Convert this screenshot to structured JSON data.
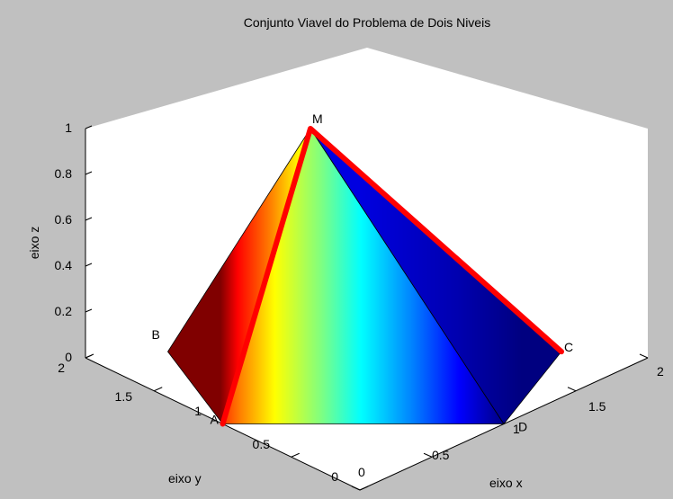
{
  "chart_data": {
    "type": "surface3d",
    "title": "Conjunto Viavel do Problema de Dois Niveis",
    "xlabel": "eixo x",
    "ylabel": "eixo y",
    "zlabel": "eixo z",
    "xlim": [
      0,
      2
    ],
    "ylim": [
      0,
      2
    ],
    "zlim": [
      0,
      1
    ],
    "x_ticks": [
      "0",
      "0.5",
      "1",
      "1.5",
      "2"
    ],
    "y_ticks": [
      "0",
      "0.5",
      "1",
      "1.5",
      "2"
    ],
    "z_ticks": [
      "0",
      "0.2",
      "0.4",
      "0.6",
      "0.8",
      "1"
    ],
    "colormap": "jet",
    "background": "#c0c0c0",
    "axes_color": "#ffffff",
    "highlight_color": "#ff0000",
    "points": [
      {
        "label": "A",
        "x": 0,
        "y": 1,
        "z": 0
      },
      {
        "label": "B",
        "x": 0,
        "y": 1.4,
        "z": 0.2
      },
      {
        "label": "M",
        "x": 0.8,
        "y": 1.2,
        "z": 1
      },
      {
        "label": "C",
        "x": 1.4,
        "y": 0,
        "z": 0.2
      },
      {
        "label": "D",
        "x": 1,
        "y": 0,
        "z": 0
      }
    ],
    "faces": [
      [
        "A",
        "B",
        "M"
      ],
      [
        "A",
        "M",
        "D"
      ],
      [
        "M",
        "C",
        "D"
      ]
    ],
    "highlight_path": [
      "A",
      "M",
      "C"
    ]
  }
}
